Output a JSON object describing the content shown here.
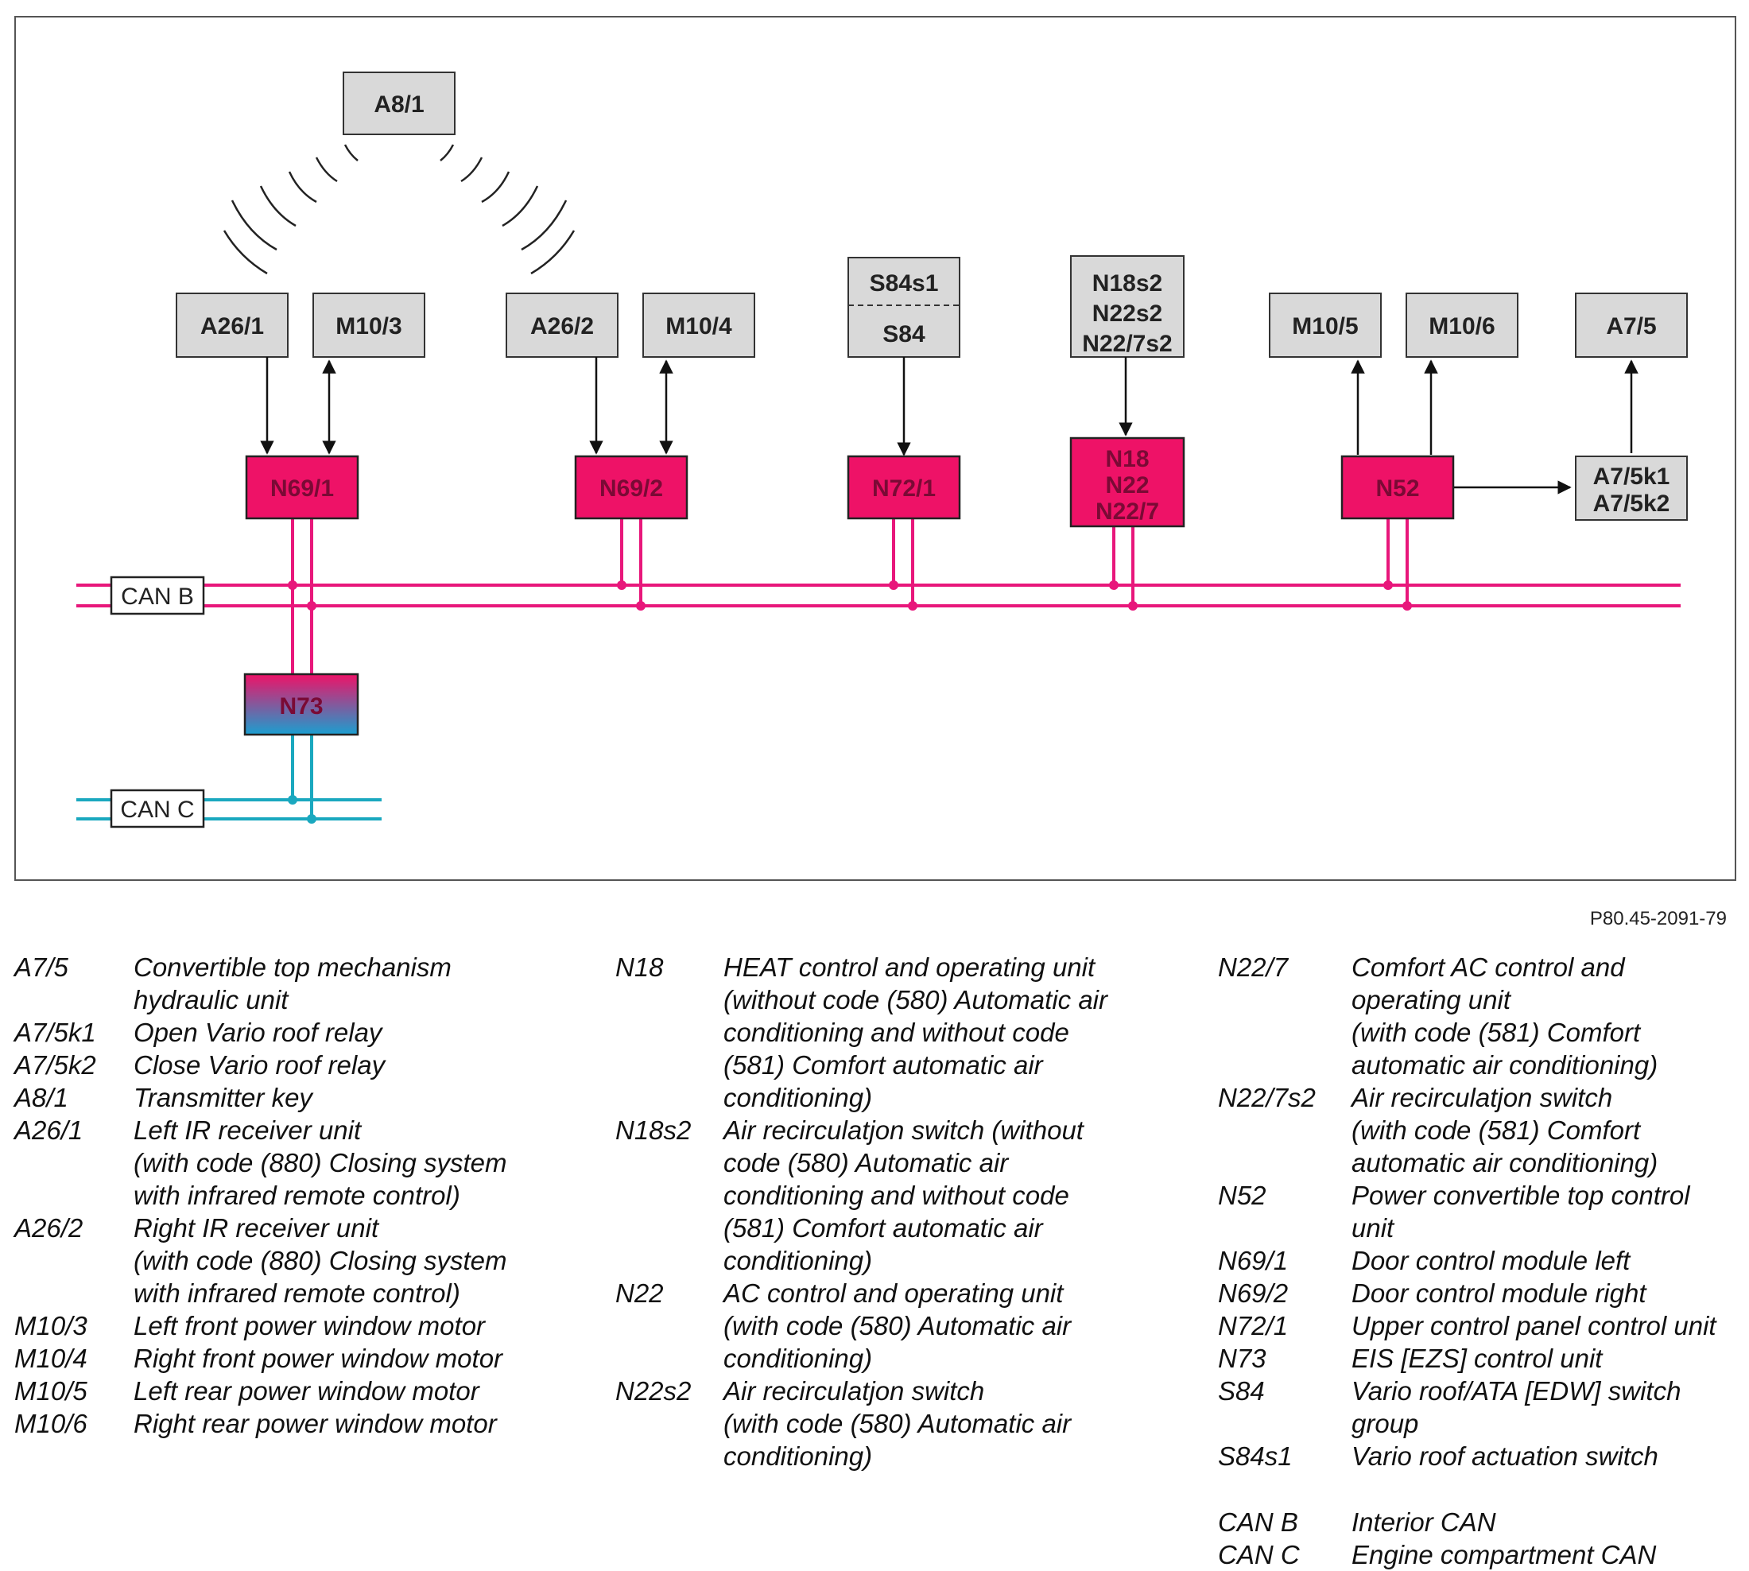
{
  "figure_ref": "P80.45-2091-79",
  "colors": {
    "control_unit": "#ee1267",
    "can_b": "#e8177b",
    "can_c": "#1aa8bf",
    "component": "#d9d9d9"
  },
  "diagram": {
    "transmitter": "A8/1",
    "components": {
      "a26_1": "A26/1",
      "m10_3": "M10/3",
      "a26_2": "A26/2",
      "m10_4": "M10/4",
      "s84s1": "S84s1",
      "s84": "S84",
      "n18s2": "N18s2",
      "n22s2": "N22s2",
      "n22_7s2": "N22/7s2",
      "m10_5": "M10/5",
      "m10_6": "M10/6",
      "a7_5": "A7/5",
      "a7_5k1": "A7/5k1",
      "a7_5k2": "A7/5k2"
    },
    "control_units": {
      "n69_1": "N69/1",
      "n69_2": "N69/2",
      "n72_1": "N72/1",
      "n18": "N18",
      "n22": "N22",
      "n22_7": "N22/7",
      "n52": "N52",
      "n73": "N73"
    },
    "buses": {
      "can_b": "CAN B",
      "can_c": "CAN C"
    }
  },
  "legend": {
    "col1": [
      {
        "code": "A7/5",
        "lines": [
          "Convertible top mechanism",
          "hydraulic unit"
        ]
      },
      {
        "code": "A7/5k1",
        "lines": [
          "Open Vario roof relay"
        ]
      },
      {
        "code": "A7/5k2",
        "lines": [
          "Close Vario roof relay"
        ]
      },
      {
        "code": "A8/1",
        "lines": [
          "Transmitter key"
        ]
      },
      {
        "code": "A26/1",
        "lines": [
          "Left IR receiver unit",
          "(with code (880) Closing system",
          "with infrared remote control)"
        ]
      },
      {
        "code": "A26/2",
        "lines": [
          "Right IR receiver unit",
          "(with code (880) Closing system",
          "with infrared remote control)"
        ]
      },
      {
        "code": "M10/3",
        "lines": [
          "Left front power window motor"
        ]
      },
      {
        "code": "M10/4",
        "lines": [
          "Right front power window motor"
        ]
      },
      {
        "code": "M10/5",
        "lines": [
          "Left rear power window motor"
        ]
      },
      {
        "code": "M10/6",
        "lines": [
          "Right rear power window motor"
        ]
      }
    ],
    "col2": [
      {
        "code": "N18",
        "lines": [
          "HEAT control and operating unit",
          "(without code (580) Automatic air",
          "conditioning and without code",
          "(581) Comfort automatic air",
          "conditioning)"
        ]
      },
      {
        "code": "N18s2",
        "lines": [
          "Air recirculatjon switch (without",
          "code (580) Automatic air",
          "conditioning and without code",
          "(581) Comfort automatic air",
          "conditioning)"
        ]
      },
      {
        "code": "N22",
        "lines": [
          "AC control and operating unit",
          "(with code (580) Automatic air",
          "conditioning)"
        ]
      },
      {
        "code": "N22s2",
        "lines": [
          "Air recirculatjon switch",
          "(with code (580) Automatic air",
          "conditioning)"
        ]
      }
    ],
    "col3": [
      {
        "code": "N22/7",
        "lines": [
          "Comfort AC control and",
          "operating unit",
          "(with code (581) Comfort",
          "automatic air conditioning)"
        ]
      },
      {
        "code": "N22/7s2",
        "lines": [
          "Air recirculatjon switch",
          "(with code (581) Comfort",
          "automatic air conditioning)"
        ]
      },
      {
        "code": "N52",
        "lines": [
          "Power convertible top control",
          "unit"
        ]
      },
      {
        "code": "N69/1",
        "lines": [
          "Door control module left"
        ]
      },
      {
        "code": "N69/2",
        "lines": [
          "Door control module right"
        ]
      },
      {
        "code": "N72/1",
        "lines": [
          "Upper control panel control unit"
        ]
      },
      {
        "code": "N73",
        "lines": [
          "EIS [EZS] control unit"
        ]
      },
      {
        "code": "S84",
        "lines": [
          "Vario roof/ATA [EDW] switch",
          "group"
        ]
      },
      {
        "code": "S84s1",
        "lines": [
          "Vario roof actuation switch"
        ]
      }
    ],
    "col3_bus": [
      {
        "code": "CAN B",
        "lines": [
          "Interior CAN"
        ]
      },
      {
        "code": "CAN C",
        "lines": [
          "Engine compartment CAN"
        ]
      }
    ]
  }
}
